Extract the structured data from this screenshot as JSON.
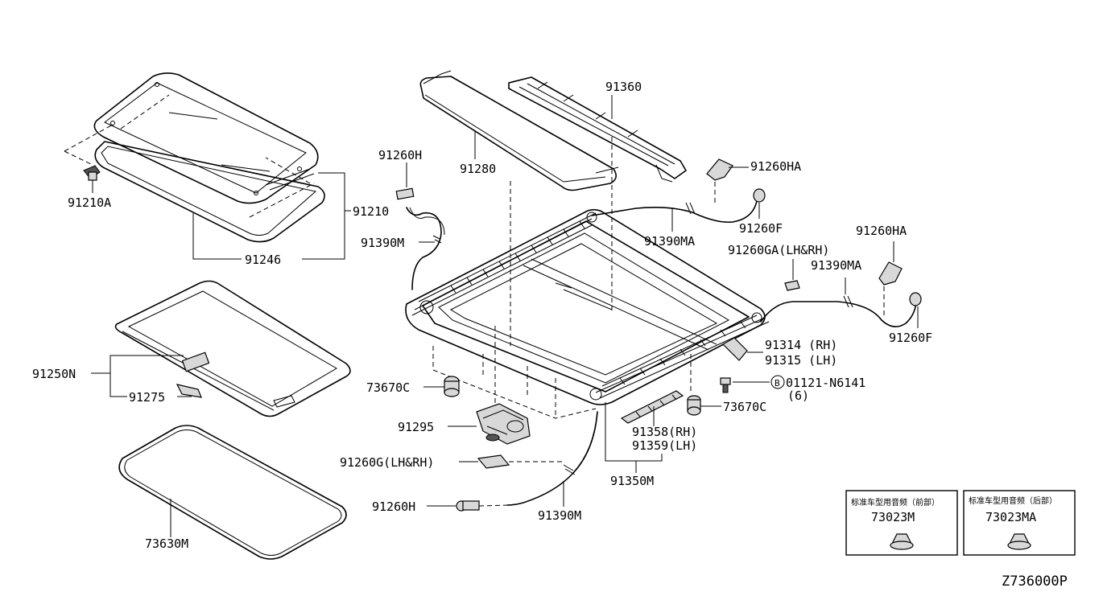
{
  "diagram_code": "Z736000P",
  "labels": {
    "p91360": "91360",
    "p91280": "91280",
    "p91260H_top": "91260H",
    "p91260HA_1": "91260HA",
    "p91210A": "91210A",
    "p91210": "91210",
    "p91390M_top": "91390M",
    "p91390MA_1": "91390MA",
    "p91260F_1": "91260F",
    "p91246": "91246",
    "p91260GA": "91260GA(LH&RH)",
    "p91260HA_2": "91260HA",
    "p91390MA_2": "91390MA",
    "p91260F_2": "91260F",
    "p91314": "91314  (RH)",
    "p91315": "91315  (LH)",
    "p01121": "01121-N6141",
    "p01121_qty": "(6)",
    "bolt_mark": "B",
    "p91250N": "91250N",
    "p91275": "91275",
    "p73670C_1": "73670C",
    "p73670C_2": "73670C",
    "p91295": "91295",
    "p91358": "91358(RH)",
    "p91359": "91359(LH)",
    "p91260G": "91260G(LH&RH)",
    "p91350M": "91350M",
    "p91260H_bot": "91260H",
    "p91390M_bot": "91390M",
    "p73630M": "73630M"
  },
  "callout_boxes": [
    {
      "title": "标准车型用音频（前部）",
      "part": "73023M"
    },
    {
      "title": "标准车型用音频（后部）",
      "part": "73023MA"
    }
  ]
}
